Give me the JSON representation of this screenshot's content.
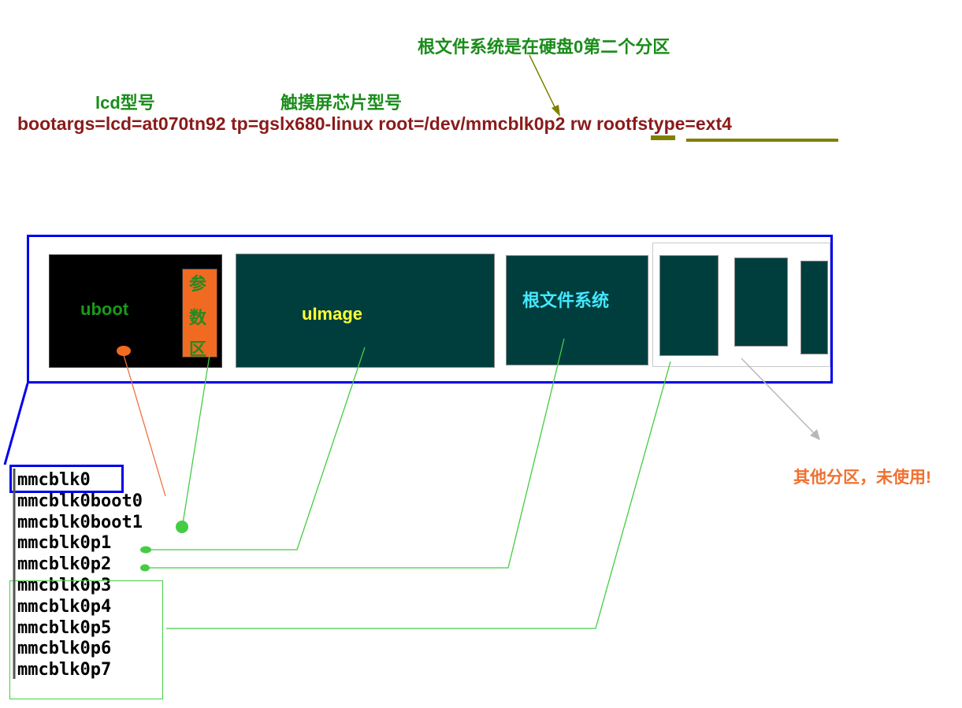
{
  "annotations": {
    "root_partition_note": "根文件系统是在硬盘0第二个分区",
    "lcd_model": "lcd型号",
    "touch_chip_model": "触摸屏芯片型号",
    "other_partitions_note": "其他分区，未使用!"
  },
  "bootargs": {
    "text": "bootargs=lcd=at070tn92 tp=gslx680-linux root=/dev/mmcblk0p2 rw rootfstype=ext4"
  },
  "disk": {
    "uboot_label": "uboot",
    "params_label_1": "参",
    "params_label_2": "数",
    "params_label_3": "区",
    "uimage_label": "uImage",
    "rootfs_label": "根文件系统"
  },
  "devices": [
    "mmcblk0",
    "mmcblk0boot0",
    "mmcblk0boot1",
    "mmcblk0p1",
    "mmcblk0p2",
    "mmcblk0p3",
    "mmcblk0p4",
    "mmcblk0p5",
    "mmcblk0p6",
    "mmcblk0p7"
  ],
  "colors": {
    "label_green": "#1a8c1a",
    "bootargs_red": "#8b1a1a",
    "underline_olive": "#808000",
    "disk_border_blue": "#0000ee",
    "partition_teal": "#003e3e",
    "params_orange": "#f06a22",
    "connector_green": "#44cc44",
    "uboot_connector_orange": "#f07040",
    "uimage_yellow": "#ffff33",
    "rootfs_cyan": "#44e8ff",
    "note_orange": "#f07030"
  }
}
